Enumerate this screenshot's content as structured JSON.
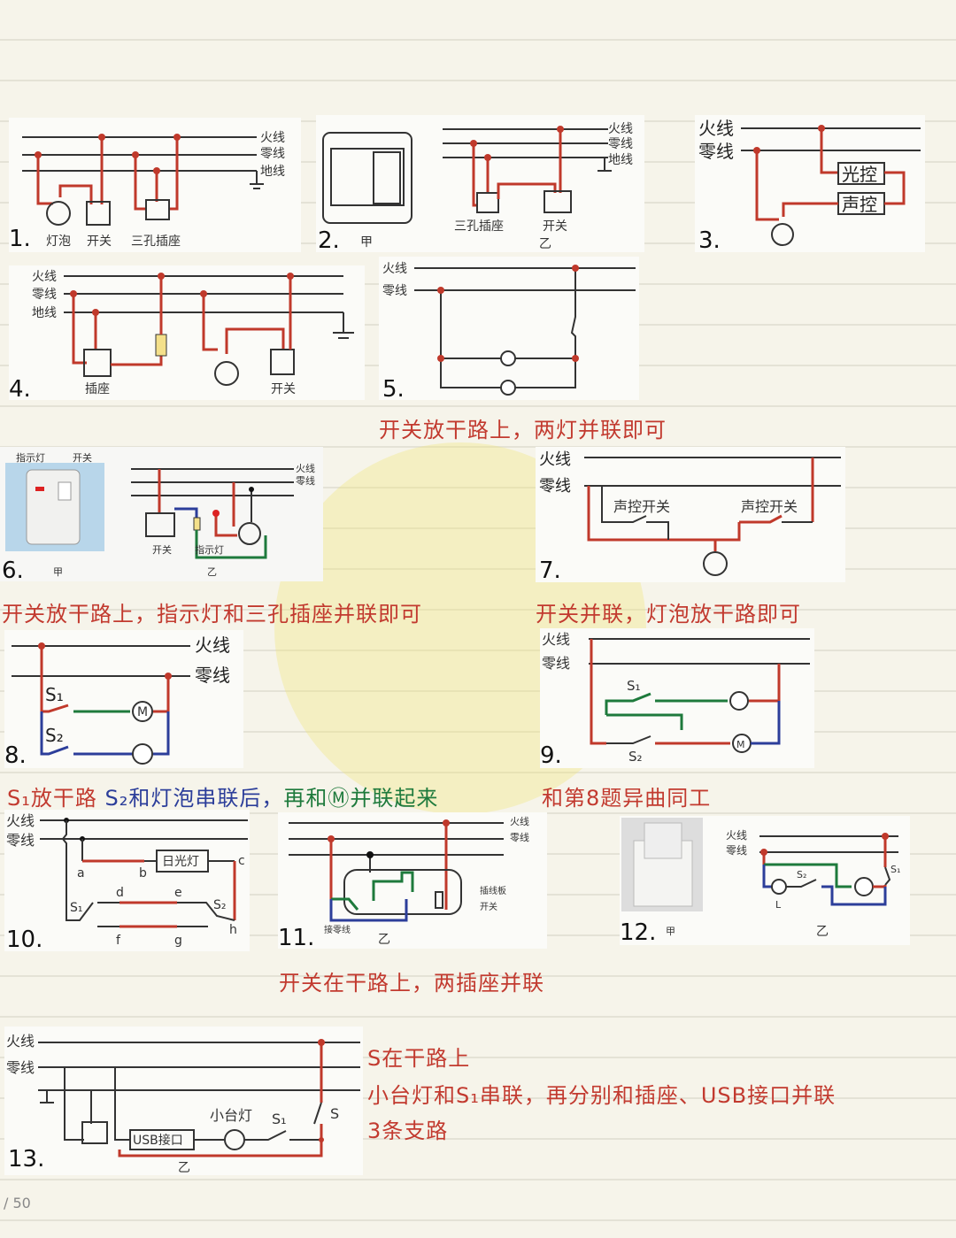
{
  "wires": {
    "live": "火线",
    "neutral": "零线",
    "ground": "地线"
  },
  "d1": {
    "num": "1.",
    "bulb": "灯泡",
    "switch": "开关",
    "socket": "三孔插座"
  },
  "d2": {
    "num": "2.",
    "a": "甲",
    "socket": "三孔插座",
    "switch": "开关",
    "b": "乙"
  },
  "d3": {
    "num": "3.",
    "light": "光控",
    "sound": "声控"
  },
  "d4": {
    "num": "4.",
    "socket": "插座",
    "switch": "开关"
  },
  "d5": {
    "num": "5."
  },
  "d6": {
    "num": "6.",
    "indicator": "指示灯",
    "switch": "开关",
    "a": "甲",
    "b": "乙"
  },
  "d7": {
    "num": "7.",
    "s1": "声控开关",
    "s2": "声控开关"
  },
  "d8": {
    "num": "8.",
    "s1": "S₁",
    "s2": "S₂",
    "motor": "M"
  },
  "d9": {
    "num": "9.",
    "s1": "S₁",
    "s2": "S₂",
    "motor": "M"
  },
  "d10": {
    "num": "10.",
    "lamp": "日光灯",
    "a": "a",
    "b": "b",
    "c": "c",
    "d": "d",
    "e": "e",
    "f": "f",
    "g": "g",
    "h": "h",
    "s1": "S₁",
    "s2": "S₂"
  },
  "d11": {
    "num": "11.",
    "board": "插线板",
    "switch": "开关",
    "neutral_conn": "接零线",
    "b": "乙"
  },
  "d12": {
    "num": "12.",
    "a": "甲",
    "b": "乙",
    "s1": "S₁",
    "s2": "S₂",
    "l": "L"
  },
  "d13": {
    "num": "13.",
    "lamp": "小台灯",
    "usb": "USB接口",
    "s1": "S₁",
    "s": "S",
    "b": "乙"
  },
  "notes": {
    "n5": "开关放干路上，两灯并联即可",
    "n6": "开关放干路上，指示灯和三孔插座并联即可",
    "n7": "开关并联，灯泡放干路即可",
    "n8a": "S₁放干路",
    "n8b": "S₂和灯泡串联后，",
    "n8c": "再和Ⓜ并联起来",
    "n9": "和第8题异曲同工",
    "n11": "开关在干路上，两插座并联",
    "n13a": "S在干路上",
    "n13b": "小台灯和S₁串联，再分别和插座、USB接口并联",
    "n13c": "3条支路"
  },
  "footer": "/ 50",
  "colors": {
    "red": "#c23a2f",
    "blue": "#2c3e9a",
    "green": "#1e7a3c"
  }
}
